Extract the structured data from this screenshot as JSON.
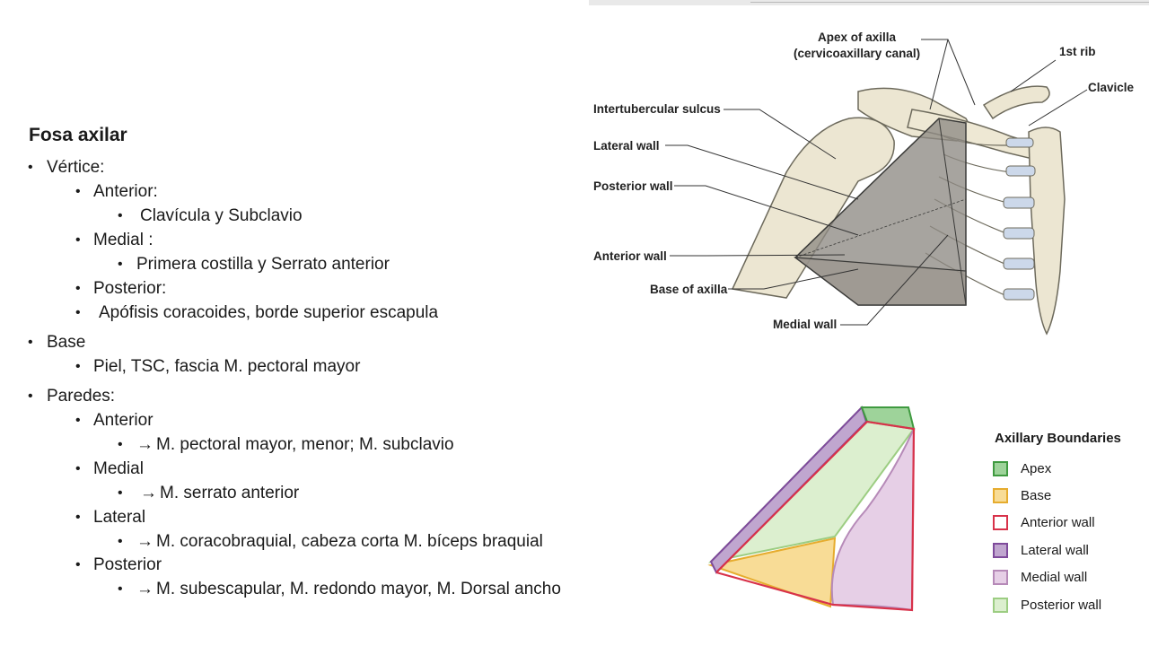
{
  "title": "Fosa axilar",
  "outline": {
    "vertice": "Vértice:",
    "anterior": "Anterior:",
    "clavicula": "Clavícula y Subclavio",
    "medial": "Medial :",
    "primera": "Primera costilla y Serrato anterior",
    "posterior": "Posterior:",
    "apofisis": "Apófisis coracoides, borde superior escapula",
    "base": "Base",
    "piel": "Piel, TSC, fascia M. pectoral mayor",
    "paredes": "Paredes:",
    "p_anterior": "Anterior",
    "p_anterior_d": "M. pectoral mayor, menor; M. subclavio",
    "p_medial": "Medial",
    "p_medial_d": "M. serrato anterior",
    "p_lateral": "Lateral",
    "p_lateral_d": "M. coracobraquial, cabeza corta M. bíceps braquial",
    "p_posterior": "Posterior",
    "p_posterior_d": "M. subescapular, M. redondo mayor, M. Dorsal ancho"
  },
  "bullet": "•",
  "arrow": "→",
  "anatomy_labels": {
    "apex": "Apex of axilla",
    "apex_sub": "(cervicoaxillary canal)",
    "rib": "1st rib",
    "clavicle": "Clavicle",
    "sulcus": "Intertubercular sulcus",
    "lateral": "Lateral wall",
    "posterior": "Posterior wall",
    "anterior": "Anterior wall",
    "base": "Base of axilla",
    "medial": "Medial wall"
  },
  "legend": {
    "title": "Axillary Boundaries",
    "items": [
      {
        "label": "Apex",
        "fill": "#9ed39a",
        "border": "#3f9a40"
      },
      {
        "label": "Base",
        "fill": "#f8dc96",
        "border": "#e6ac2e"
      },
      {
        "label": "Anterior wall",
        "fill": "#ffffff",
        "border": "#d8324a"
      },
      {
        "label": "Lateral wall",
        "fill": "#c0a6cf",
        "border": "#7e4a9b"
      },
      {
        "label": "Medial wall",
        "fill": "#e6cfe6",
        "border": "#b68ab8"
      },
      {
        "label": "Posterior wall",
        "fill": "#dcefcf",
        "border": "#9ccd82"
      }
    ]
  }
}
